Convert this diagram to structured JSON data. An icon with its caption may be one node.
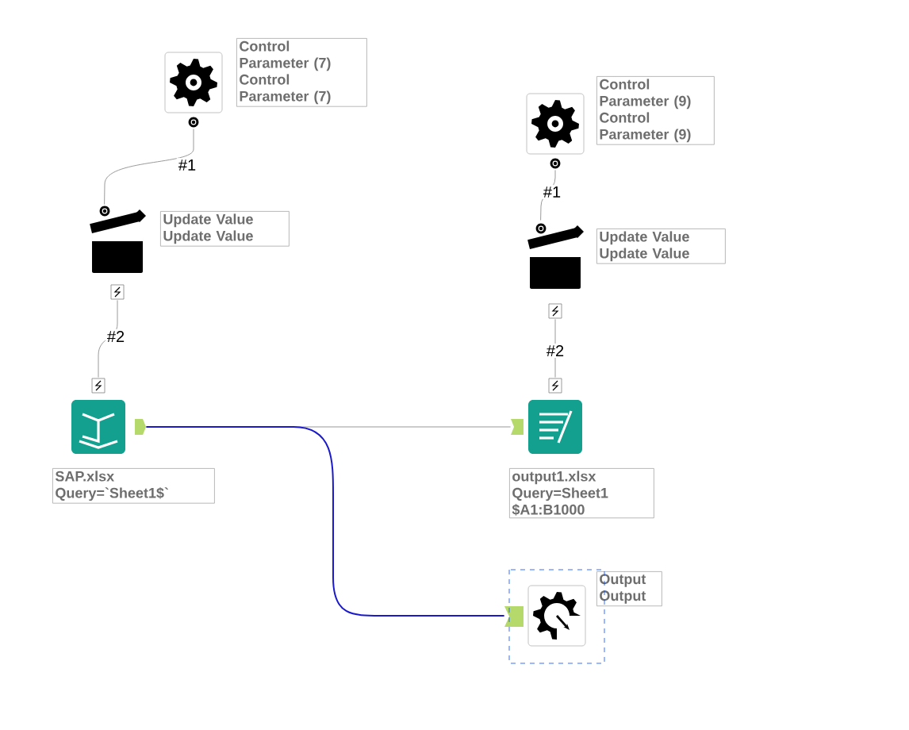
{
  "diagram": {
    "nodes": [
      {
        "text": [],
        "shape": "picture",
        "beside": [
          "Control Parameter (7)",
          "Control Parameter (7)"
        ]
      },
      {
        "text": [],
        "shape": "picture",
        "beside": [
          "Update Value",
          "Update Value"
        ]
      },
      {
        "text": [],
        "shape": "picture",
        "beside": [
          "SAP.xlsx",
          "Query=`Sheet1$`"
        ]
      },
      {
        "text": [],
        "shape": "picture",
        "beside": [
          "Control Parameter (9)",
          "Control Parameter (9)"
        ]
      },
      {
        "text": [],
        "shape": "picture",
        "beside": [
          "Update Value",
          "Update Value"
        ]
      },
      {
        "text": [],
        "shape": "picture",
        "beside": [
          "output1.xlsx",
          "Query=Sheet1 $A1:B1000"
        ]
      },
      {
        "text": [],
        "shape": "picture",
        "beside": [
          "Output",
          "Output"
        ]
      }
    ],
    "edges": [
      {
        "from": 0,
        "to": 1,
        "arrow": "none",
        "label": "#1"
      },
      {
        "from": 1,
        "to": 2,
        "arrow": "none",
        "label": "#2"
      },
      {
        "from": 3,
        "to": 4,
        "arrow": "none",
        "label": "#1"
      },
      {
        "from": 4,
        "to": 5,
        "arrow": "none",
        "label": "#2"
      },
      {
        "from": 2,
        "to": 5,
        "arrow": "none"
      },
      {
        "from": 2,
        "to": 6,
        "arrow": "none",
        "color": "#1a1acc"
      }
    ]
  }
}
